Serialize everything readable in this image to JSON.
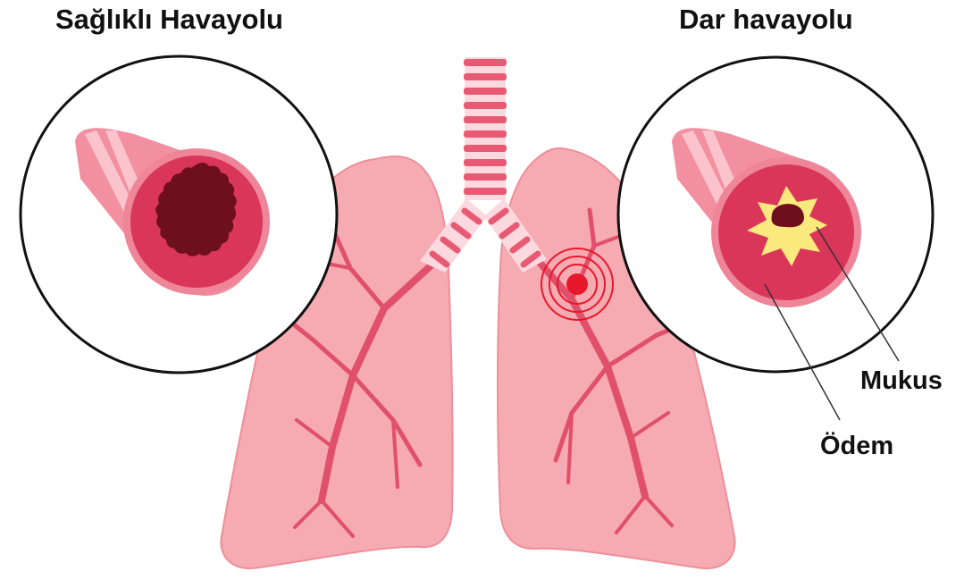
{
  "labels": {
    "healthy_airway": "Sağlıklı Havayolu",
    "narrow_airway": "Dar havayolu",
    "mucus": "Mukus",
    "edema": "Ödem"
  },
  "colors": {
    "lung": "#F6AAB1",
    "lung_outline": "#EE8F9A",
    "bronchi": "#E0506A",
    "trachea_ring": "#E85A73",
    "trachea_gap": "#FCD9DE",
    "airway_wall": "#D9365A",
    "airway_lumen": "#6E0F1E",
    "mucus": "#FBE97D",
    "pain_marker": "#E8182C",
    "circle_border": "#111111"
  }
}
